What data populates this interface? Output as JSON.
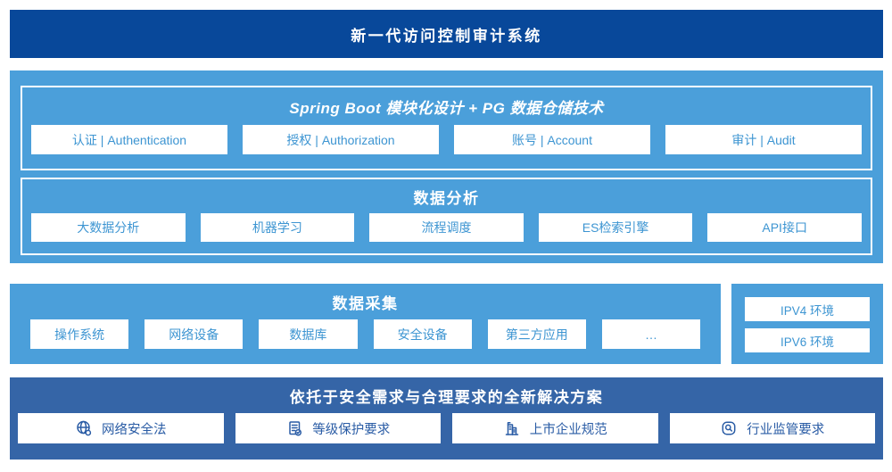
{
  "colors": {
    "banner_bg": "#08489A",
    "section_light_bg": "#4B9FDA",
    "solution_bg": "#3565A7",
    "box_text_light": "#3D95D2",
    "box_text_dark": "#2A5CA5",
    "title_text": "#FFFFFF",
    "page_bg": "#FFFFFF"
  },
  "banner": {
    "title": "新一代访问控制审计系统"
  },
  "platform": {
    "modules_panel": {
      "title": "Spring Boot 模块化设计 + PG 数据仓储技术",
      "items": [
        "认证 | Authentication",
        "授权 | Authorization",
        "账号 | Account",
        "审计 | Audit"
      ]
    },
    "analysis_panel": {
      "title": "数据分析",
      "items": [
        "大数据分析",
        "机器学习",
        "流程调度",
        "ES检索引擎",
        "API接口"
      ]
    }
  },
  "collection": {
    "title": "数据采集",
    "items": [
      "操作系统",
      "网络设备",
      "数据库",
      "安全设备",
      "第三方应用",
      "…"
    ]
  },
  "environment": {
    "items": [
      "IPV4 环境",
      "IPV6 环境"
    ]
  },
  "solution": {
    "title": "依托于安全需求与合理要求的全新解决方案",
    "items": [
      {
        "icon": "globe-icon",
        "label": "网络安全法"
      },
      {
        "icon": "document-check-icon",
        "label": "等级保护要求"
      },
      {
        "icon": "building-icon",
        "label": "上市企业规范"
      },
      {
        "icon": "magnifier-badge-icon",
        "label": "行业监管要求"
      }
    ]
  }
}
